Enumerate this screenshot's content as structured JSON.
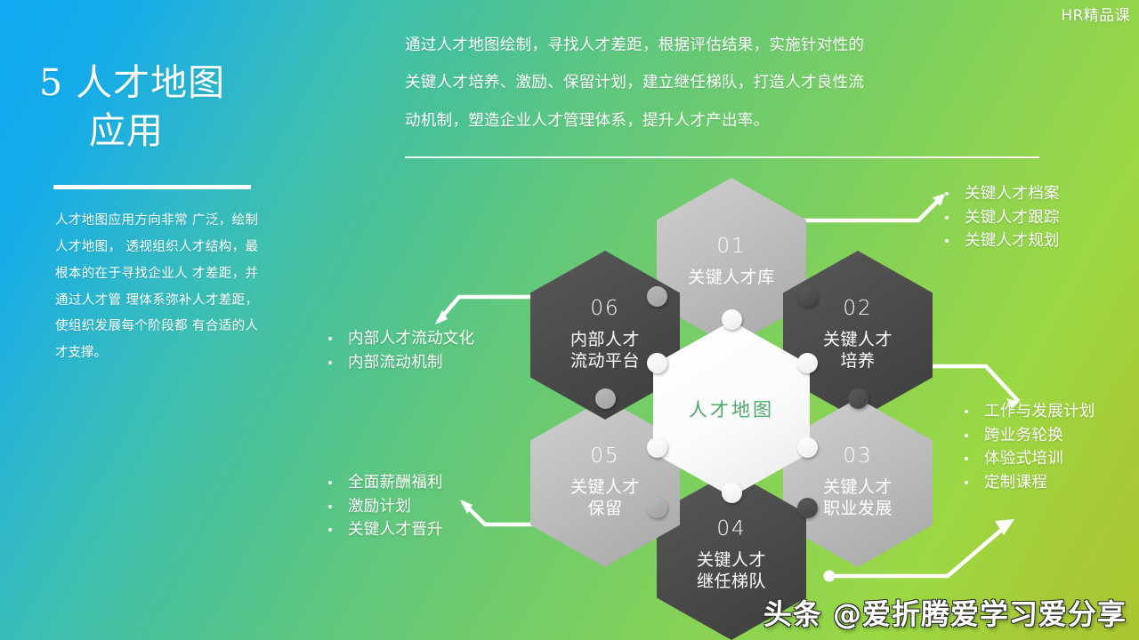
{
  "brand": {
    "label": "HR精品课"
  },
  "title": {
    "line1": "5 人才地图",
    "line2": "应用"
  },
  "lead": {
    "text": "人才地图应用方向非常  广泛，绘制人才地图，  透视组织人才结构，最  根本的在于寻找企业人  才差距，并通过人才管  理体系弥补人才差距，  使组织发展每个阶段都  有合适的人才支撑。"
  },
  "intro": {
    "line1": "通过人才地图绘制，寻找人才差距，根据评估结果，实施针对性的",
    "line2": "关键人才培养、激励、保留计划，建立继任梯队，打造人才良性流",
    "line3": "动机制，塑造企业人才管理体系，提升人才产出率。"
  },
  "center_hex": {
    "label": "人才地图",
    "color": "#4aa96b"
  },
  "hexes": [
    {
      "num": "01",
      "label_line1": "关键人才库",
      "label_line2": "",
      "tone": "light"
    },
    {
      "num": "02",
      "label_line1": "关键人才",
      "label_line2": "培养",
      "tone": "dark"
    },
    {
      "num": "03",
      "label_line1": "关键人才",
      "label_line2": "职业发展",
      "tone": "light"
    },
    {
      "num": "04",
      "label_line1": "关键人才",
      "label_line2": "继任梯队",
      "tone": "dark"
    },
    {
      "num": "05",
      "label_line1": "关键人才",
      "label_line2": "保留",
      "tone": "light"
    },
    {
      "num": "06",
      "label_line1": "内部人才",
      "label_line2": "流动平台",
      "tone": "dark"
    }
  ],
  "bullets": {
    "top_right": [
      "关键人才档案",
      "关键人才跟踪",
      "关键人才规划"
    ],
    "mid_right": [
      "工作与发展计划",
      "跨业务轮换",
      "体验式培训",
      "定制课程"
    ],
    "mid_left": [
      "内部人才流动文化",
      "内部流动机制"
    ],
    "bottom_left": [
      "全面薪酬福利",
      "激励计划",
      "关键人才晋升"
    ]
  },
  "watermark": {
    "text": "头条 @爱折腾爱学习爱分享"
  },
  "colors": {
    "bg_start": "#0fa9f0",
    "bg_mid": "#6ecb6d",
    "bg_end": "#aac62f",
    "hex_light": "#bdbdbd",
    "hex_dark": "#4b4b4b",
    "accent_green": "#4aa96b"
  }
}
